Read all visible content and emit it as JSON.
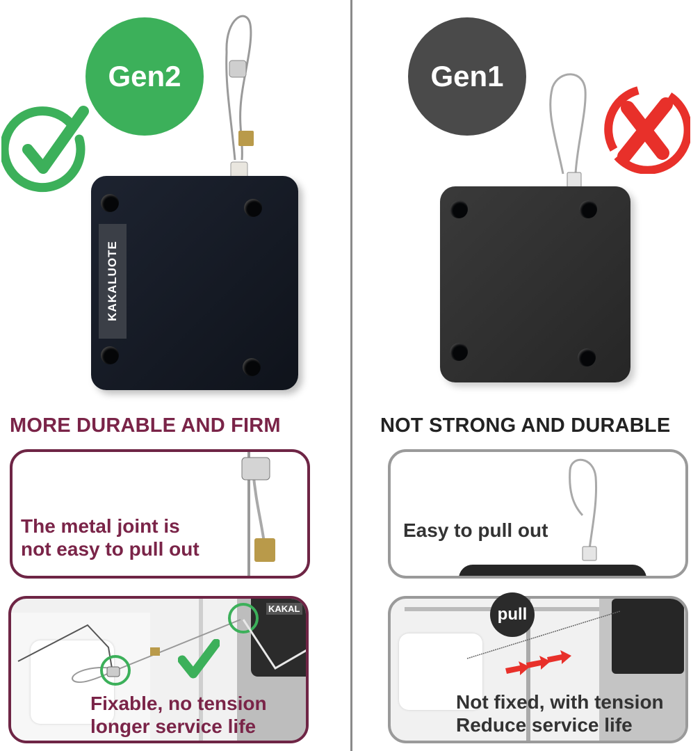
{
  "left_column": {
    "badge": {
      "label": "Gen2",
      "color": "#3cb05a",
      "status_icon": "check-circle-icon",
      "status_color": "#3cb05a"
    },
    "product": {
      "brand_label": "KAKALUOTE",
      "color": "#151a24"
    },
    "heading": "MORE DURABLE AND FIRM",
    "heading_color": "#7a2448",
    "panel_1": {
      "text_line1": "The metal joint is",
      "text_line2": "not easy to pull out"
    },
    "panel_2": {
      "text_line1": "Fixable, no tension",
      "text_line2": "longer service life",
      "brand_snippet": "KAKAL",
      "check_icon": "check-icon"
    }
  },
  "right_column": {
    "badge": {
      "label": "Gen1",
      "color": "#4a4a4a",
      "status_icon": "x-circle-icon",
      "status_color": "#e8302a"
    },
    "heading": "NOT STRONG AND DURABLE",
    "heading_color": "#222222",
    "panel_1": {
      "text": "Easy to pull out"
    },
    "panel_2": {
      "pull_label": "pull",
      "text_line1": "Not fixed, with tension",
      "text_line2": "Reduce service life",
      "arrow_color": "#e8302a"
    }
  }
}
